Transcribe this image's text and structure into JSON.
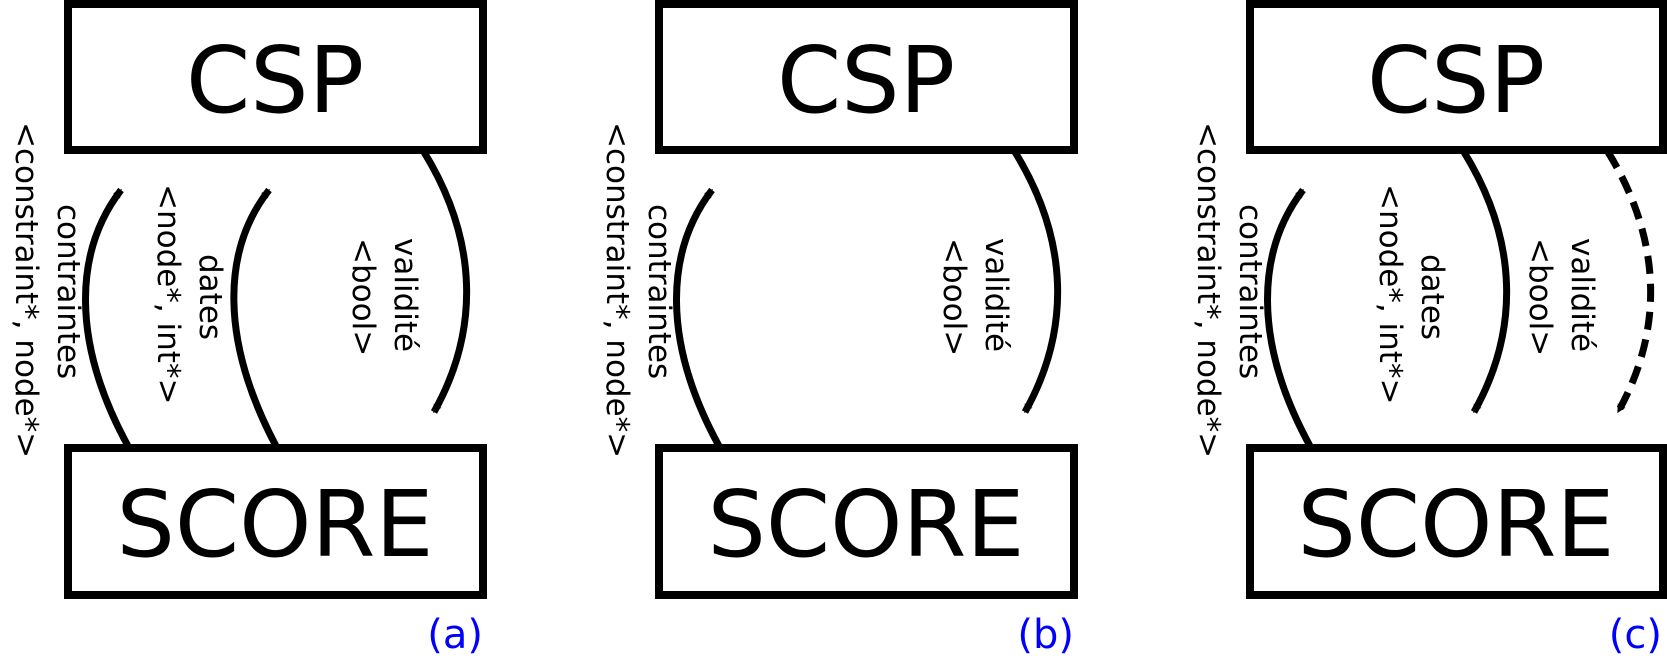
{
  "panels": [
    {
      "caption": "(a)",
      "top_box": "CSP",
      "bottom_box": "SCORE",
      "arrows": [
        {
          "direction": "up",
          "style": "solid",
          "label_line1": "contraintes",
          "label_line2": "<constraint*, node*>"
        },
        {
          "direction": "up",
          "style": "solid",
          "label_line1": "dates",
          "label_line2": "<node*, int*>"
        },
        {
          "direction": "down",
          "style": "solid",
          "label_line1": "validité",
          "label_line2": "<bool>"
        }
      ]
    },
    {
      "caption": "(b)",
      "top_box": "CSP",
      "bottom_box": "SCORE",
      "arrows": [
        {
          "direction": "up",
          "style": "solid",
          "label_line1": "contraintes",
          "label_line2": "<constraint*, node*>"
        },
        {
          "direction": "down",
          "style": "solid",
          "label_line1": "validité",
          "label_line2": "<bool>"
        }
      ]
    },
    {
      "caption": "(c)",
      "top_box": "CSP",
      "bottom_box": "SCORE",
      "arrows": [
        {
          "direction": "up",
          "style": "solid",
          "label_line1": "contraintes",
          "label_line2": "<constraint*, node*>"
        },
        {
          "direction": "down",
          "style": "solid",
          "label_line1": "dates",
          "label_line2": "<node*, int*>"
        },
        {
          "direction": "down",
          "style": "dashed",
          "label_line1": "validité",
          "label_line2": "<bool>"
        }
      ]
    }
  ],
  "colors": {
    "stroke": "#000000",
    "caption": "#0000ff",
    "background": "#ffffff"
  }
}
